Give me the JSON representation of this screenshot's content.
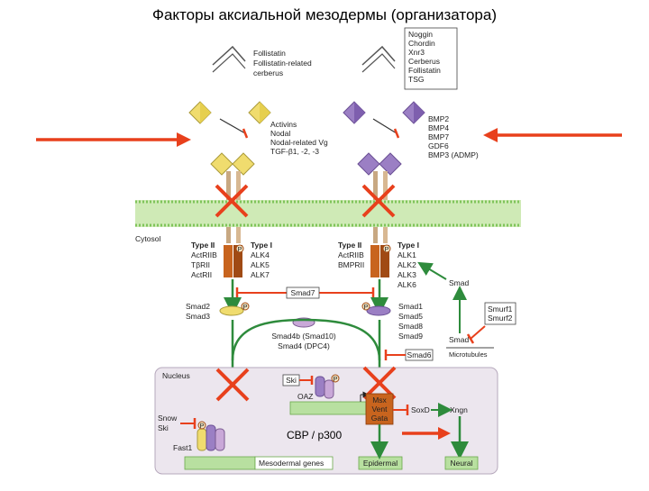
{
  "title": "Факторы аксиальной мезодермы (организатора)",
  "inhibitors_left": [
    "Follistatin",
    "Follistatin-related",
    "cerberus"
  ],
  "inhibitors_right": [
    "Noggin",
    "Chordin",
    "Xnr3",
    "Cerberus",
    "Follistatin",
    "TSG"
  ],
  "ligands_left": [
    "Activins",
    "Nodal",
    "Nodal-related Vg",
    "TGF-β1, -2, -3"
  ],
  "ligands_right": [
    "BMP2",
    "BMP4",
    "BMP7",
    "GDF6",
    "BMP3 (ADMP)"
  ],
  "cytosol_label": "Cytosol",
  "nucleus_label": "Nucleus",
  "receptor_left": {
    "type2_header": "Type II",
    "type2": [
      "ActRIIB",
      "TβRII",
      "ActRII"
    ],
    "type1_header": "Type I",
    "type1": [
      "ALK4",
      "ALK5",
      "ALK7"
    ]
  },
  "receptor_right": {
    "type2_header": "Type II",
    "type2": [
      "ActRIIB",
      "BMPRII"
    ],
    "type1_header": "Type I",
    "type1": [
      "ALK1",
      "ALK2",
      "ALK3",
      "ALK6"
    ]
  },
  "phospho_label": "P",
  "smad7": "Smad7",
  "smad23": [
    "Smad2",
    "Smad3"
  ],
  "smad1589": [
    "Smad1",
    "Smad5",
    "Smad8",
    "Smad9"
  ],
  "smad4": [
    "Smad4b (Smad10)",
    "Smad4 (DPC4)"
  ],
  "smad6": "Smad6",
  "smurf": [
    "Smurf1",
    "Smurf2"
  ],
  "smad_right_a": "Smad",
  "smad_right_b": "Smad",
  "microtubules": "Microtubules",
  "ski": "Ski",
  "oaz": "OAZ",
  "tf_box": [
    "Msx",
    "Vent",
    "Gata"
  ],
  "sox_label": "SoxD",
  "xnr_label": "Xngn",
  "snow_ski": [
    "Snow",
    "Ski"
  ],
  "fast1": "Fast1",
  "cbp": "CBP / p300",
  "genes": {
    "mesoderm": "Mesodermal genes",
    "epidermal": "Epidermal",
    "neural": "Neural"
  },
  "colors": {
    "green": "#2e8b3c",
    "red": "#e8401c",
    "yellow": "#f0dc6e",
    "purple": "#9b7fc4",
    "membrane": "#a8d884",
    "nucleus_bg": "#ece6ee",
    "orange": "#c8641e"
  }
}
